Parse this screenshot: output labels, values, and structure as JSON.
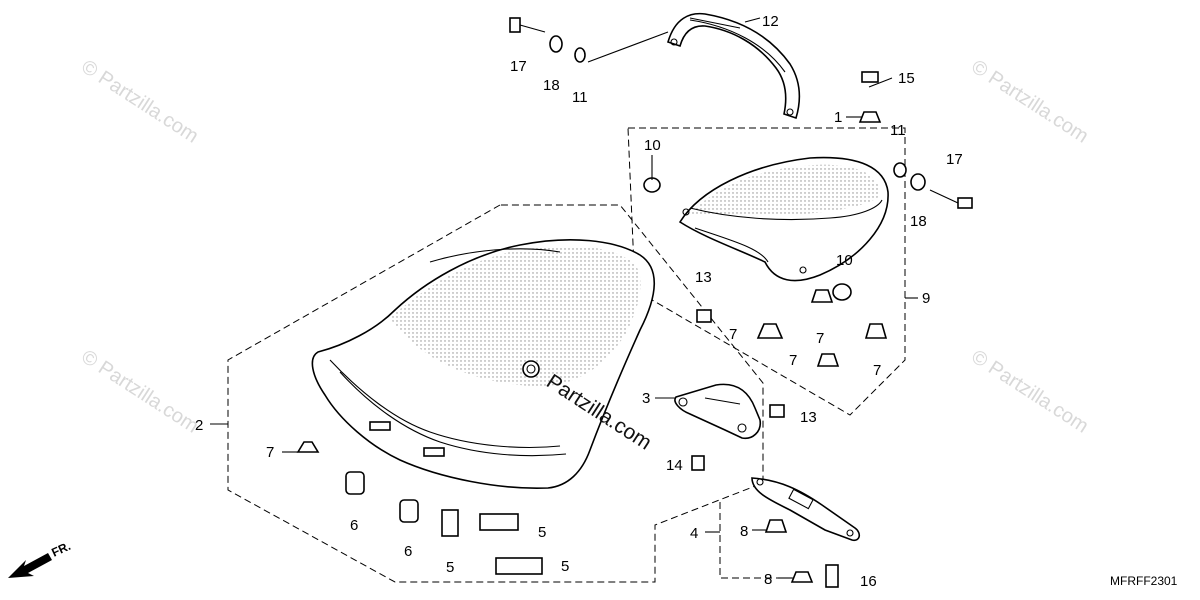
{
  "diagram_code": "MFRFF2301",
  "direction_label": "FR.",
  "watermark_small": "© Partzilla.com",
  "watermark_center": "Partzilla.com",
  "callouts": {
    "c1": "1",
    "c2": "2",
    "c3": "3",
    "c4": "4",
    "c5a": "5",
    "c5b": "5",
    "c5c": "5",
    "c6a": "6",
    "c6b": "6",
    "c7a": "7",
    "c7b": "7",
    "c7c": "7",
    "c7d": "7",
    "c7e": "7",
    "c8a": "8",
    "c8b": "8",
    "c9": "9",
    "c10a": "10",
    "c10b": "10",
    "c11a": "11",
    "c11b": "11",
    "c12": "12",
    "c13a": "13",
    "c13b": "13",
    "c14": "14",
    "c15": "15",
    "c16": "16",
    "c17a": "17",
    "c17b": "17",
    "c18a": "18",
    "c18b": "18"
  }
}
